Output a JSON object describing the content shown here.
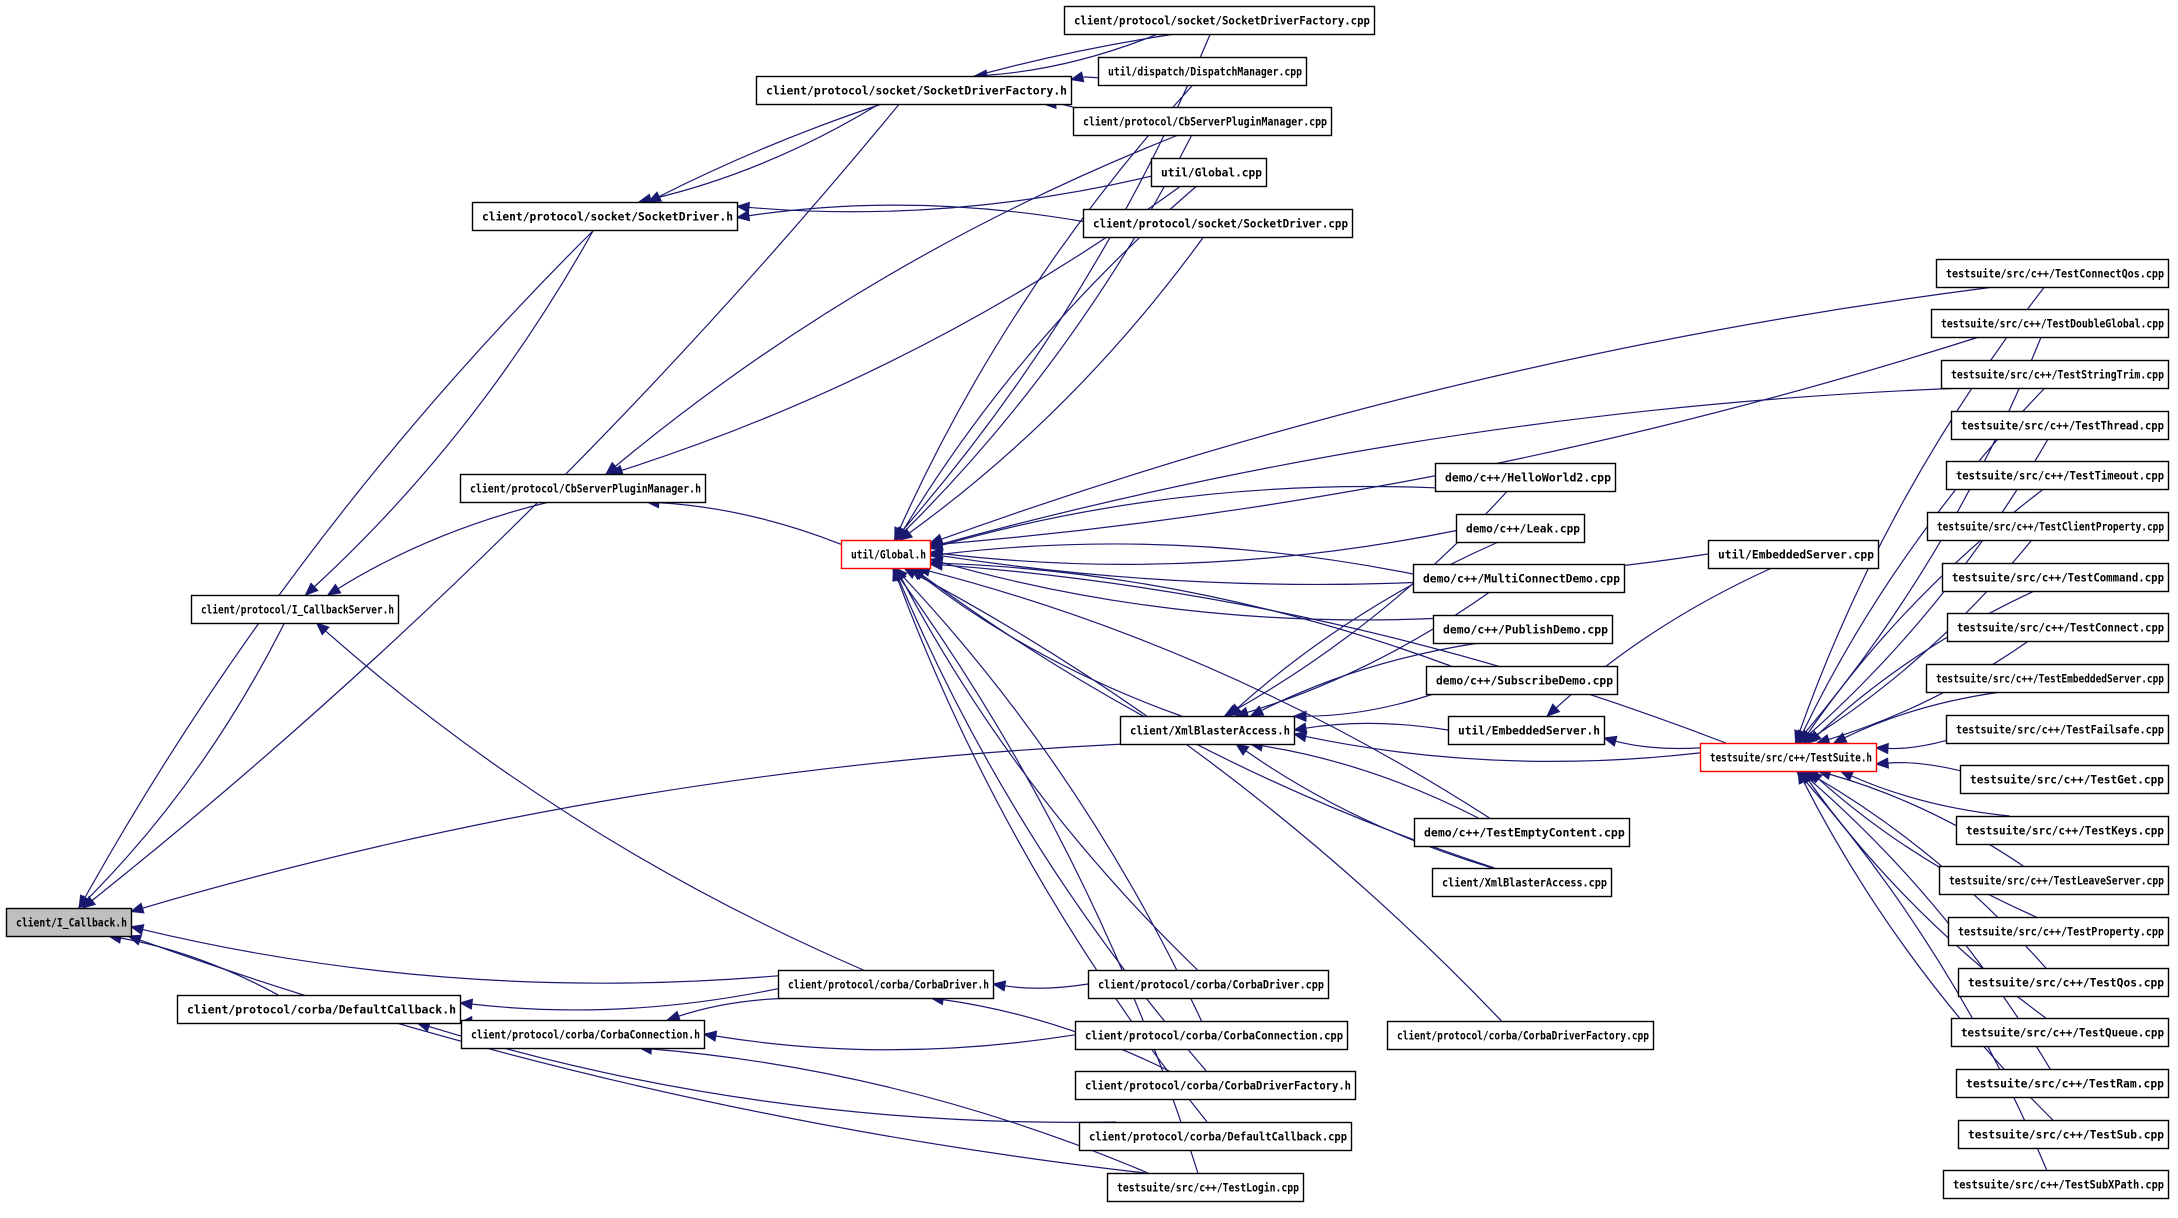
{
  "colors": {
    "edge": "#191970",
    "box_border": "#000000",
    "highlight_border": "#ff0000",
    "root_fill": "#bfbfbf",
    "node_fill": "#ffffff"
  },
  "nodes": [
    {
      "id": "icallback",
      "label": "client/I_Callback.h",
      "style": "root"
    },
    {
      "id": "socketdriverfactory_h",
      "label": "client/protocol/socket/SocketDriverFactory.h"
    },
    {
      "id": "socketdriver_h",
      "label": "client/protocol/socket/SocketDriver.h"
    },
    {
      "id": "cbserverpluginmanager_h",
      "label": "client/protocol/CbServerPluginManager.h"
    },
    {
      "id": "icallbackserver_h",
      "label": "client/protocol/I_CallbackServer.h"
    },
    {
      "id": "defaultcallback_h",
      "label": "client/protocol/corba/DefaultCallback.h"
    },
    {
      "id": "corbaconnection_h",
      "label": "client/protocol/corba/CorbaConnection.h"
    },
    {
      "id": "corbadriver_h",
      "label": "client/protocol/corba/CorbaDriver.h"
    },
    {
      "id": "global_h",
      "label": "util/Global.h",
      "style": "highlight"
    },
    {
      "id": "socketdriverfactory_cpp",
      "label": "client/protocol/socket/SocketDriverFactory.cpp"
    },
    {
      "id": "dispatchmanager_cpp",
      "label": "util/dispatch/DispatchManager.cpp"
    },
    {
      "id": "cbserverpluginmanager_cpp",
      "label": "client/protocol/CbServerPluginManager.cpp"
    },
    {
      "id": "global_cpp",
      "label": "util/Global.cpp"
    },
    {
      "id": "socketdriver_cpp",
      "label": "client/protocol/socket/SocketDriver.cpp"
    },
    {
      "id": "helloworld2_cpp",
      "label": "demo/c++/HelloWorld2.cpp"
    },
    {
      "id": "leak_cpp",
      "label": "demo/c++/Leak.cpp"
    },
    {
      "id": "multiconnectdemo_cpp",
      "label": "demo/c++/MultiConnectDemo.cpp"
    },
    {
      "id": "publishdemo_cpp",
      "label": "demo/c++/PublishDemo.cpp"
    },
    {
      "id": "subscribedemo_cpp",
      "label": "demo/c++/SubscribeDemo.cpp"
    },
    {
      "id": "xmlblasteraccess_h",
      "label": "client/XmlBlasterAccess.h"
    },
    {
      "id": "embeddedserver_h",
      "label": "util/EmbeddedServer.h"
    },
    {
      "id": "testemptycontent_cpp",
      "label": "demo/c++/TestEmptyContent.cpp"
    },
    {
      "id": "xmlblasteraccess_cpp",
      "label": "client/XmlBlasterAccess.cpp"
    },
    {
      "id": "embeddedserver_cpp",
      "label": "util/EmbeddedServer.cpp"
    },
    {
      "id": "testsuite_h",
      "label": "testsuite/src/c++/TestSuite.h",
      "style": "highlight"
    },
    {
      "id": "corbadriver_cpp",
      "label": "client/protocol/corba/CorbaDriver.cpp"
    },
    {
      "id": "corbaconnection_cpp",
      "label": "client/protocol/corba/CorbaConnection.cpp"
    },
    {
      "id": "corbadriverfactory_h",
      "label": "client/protocol/corba/CorbaDriverFactory.h"
    },
    {
      "id": "corbadriverfactory_cpp",
      "label": "client/protocol/corba/CorbaDriverFactory.cpp"
    },
    {
      "id": "defaultcallback_cpp",
      "label": "client/protocol/corba/DefaultCallback.cpp"
    },
    {
      "id": "testlogin_cpp",
      "label": "testsuite/src/c++/TestLogin.cpp"
    },
    {
      "id": "testconnectqos_cpp",
      "label": "testsuite/src/c++/TestConnectQos.cpp"
    },
    {
      "id": "testdoubleglobal_cpp",
      "label": "testsuite/src/c++/TestDoubleGlobal.cpp"
    },
    {
      "id": "teststringtrim_cpp",
      "label": "testsuite/src/c++/TestStringTrim.cpp"
    },
    {
      "id": "testthread_cpp",
      "label": "testsuite/src/c++/TestThread.cpp"
    },
    {
      "id": "testtimeout_cpp",
      "label": "testsuite/src/c++/TestTimeout.cpp"
    },
    {
      "id": "testclientproperty_cpp",
      "label": "testsuite/src/c++/TestClientProperty.cpp"
    },
    {
      "id": "testcommand_cpp",
      "label": "testsuite/src/c++/TestCommand.cpp"
    },
    {
      "id": "testconnect_cpp",
      "label": "testsuite/src/c++/TestConnect.cpp"
    },
    {
      "id": "testembeddedserver_cpp",
      "label": "testsuite/src/c++/TestEmbeddedServer.cpp"
    },
    {
      "id": "testfailsafe_cpp",
      "label": "testsuite/src/c++/TestFailsafe.cpp"
    },
    {
      "id": "testget_cpp",
      "label": "testsuite/src/c++/TestGet.cpp"
    },
    {
      "id": "testkeys_cpp",
      "label": "testsuite/src/c++/TestKeys.cpp"
    },
    {
      "id": "testleaveserver_cpp",
      "label": "testsuite/src/c++/TestLeaveServer.cpp"
    },
    {
      "id": "testproperty_cpp",
      "label": "testsuite/src/c++/TestProperty.cpp"
    },
    {
      "id": "testqos_cpp",
      "label": "testsuite/src/c++/TestQos.cpp"
    },
    {
      "id": "testqueue_cpp",
      "label": "testsuite/src/c++/TestQueue.cpp"
    },
    {
      "id": "testram_cpp",
      "label": "testsuite/src/c++/TestRam.cpp"
    },
    {
      "id": "testsub_cpp",
      "label": "testsuite/src/c++/TestSub.cpp"
    },
    {
      "id": "testsubxpath_cpp",
      "label": "testsuite/src/c++/TestSubXPath.cpp"
    }
  ],
  "edges": [
    {
      "from": "socketdriverfactory_h",
      "to": "icallback"
    },
    {
      "from": "socketdriver_h",
      "to": "icallback"
    },
    {
      "from": "icallbackserver_h",
      "to": "icallback"
    },
    {
      "from": "xmlblasteraccess_h",
      "to": "icallback"
    },
    {
      "from": "corbadriver_h",
      "to": "icallback"
    },
    {
      "from": "defaultcallback_h",
      "to": "icallback"
    },
    {
      "from": "testlogin_cpp",
      "to": "icallback"
    },
    {
      "from": "cbserverpluginmanager_cpp",
      "to": "socketdriverfactory_h"
    },
    {
      "from": "socketdriverfactory_cpp",
      "to": "socketdriverfactory_h"
    },
    {
      "from": "dispatchmanager_cpp",
      "to": "socketdriverfactory_h"
    },
    {
      "from": "socketdriverfactory_h",
      "to": "socketdriver_h"
    },
    {
      "from": "socketdriverfactory_cpp",
      "to": "socketdriver_h"
    },
    {
      "from": "global_cpp",
      "to": "socketdriver_h"
    },
    {
      "from": "socketdriver_cpp",
      "to": "socketdriver_h"
    },
    {
      "from": "socketdriver_h",
      "to": "icallbackserver_h"
    },
    {
      "from": "cbserverpluginmanager_h",
      "to": "icallbackserver_h"
    },
    {
      "from": "corbadriver_h",
      "to": "icallbackserver_h"
    },
    {
      "from": "cbserverpluginmanager_cpp",
      "to": "cbserverpluginmanager_h"
    },
    {
      "from": "global_cpp",
      "to": "cbserverpluginmanager_h"
    },
    {
      "from": "global_h",
      "to": "cbserverpluginmanager_h"
    },
    {
      "from": "corbadriver_h",
      "to": "defaultcallback_h"
    },
    {
      "from": "corbaconnection_h",
      "to": "defaultcallback_h"
    },
    {
      "from": "defaultcallback_cpp",
      "to": "defaultcallback_h"
    },
    {
      "from": "corbadriver_h",
      "to": "corbaconnection_h"
    },
    {
      "from": "corbaconnection_cpp",
      "to": "corbaconnection_h"
    },
    {
      "from": "testlogin_cpp",
      "to": "corbaconnection_h"
    },
    {
      "from": "corbadriver_cpp",
      "to": "corbadriver_h"
    },
    {
      "from": "corbadriverfactory_h",
      "to": "corbadriver_h"
    },
    {
      "from": "socketdriverfactory_cpp",
      "to": "global_h"
    },
    {
      "from": "dispatchmanager_cpp",
      "to": "global_h"
    },
    {
      "from": "cbserverpluginmanager_cpp",
      "to": "global_h"
    },
    {
      "from": "global_cpp",
      "to": "global_h"
    },
    {
      "from": "socketdriver_cpp",
      "to": "global_h"
    },
    {
      "from": "testconnectqos_cpp",
      "to": "global_h"
    },
    {
      "from": "testdoubleglobal_cpp",
      "to": "global_h"
    },
    {
      "from": "teststringtrim_cpp",
      "to": "global_h"
    },
    {
      "from": "embeddedserver_cpp",
      "to": "global_h"
    },
    {
      "from": "helloworld2_cpp",
      "to": "global_h"
    },
    {
      "from": "leak_cpp",
      "to": "global_h"
    },
    {
      "from": "multiconnectdemo_cpp",
      "to": "global_h"
    },
    {
      "from": "publishdemo_cpp",
      "to": "global_h"
    },
    {
      "from": "subscribedemo_cpp",
      "to": "global_h"
    },
    {
      "from": "xmlblasteraccess_h",
      "to": "global_h"
    },
    {
      "from": "testemptycontent_cpp",
      "to": "global_h"
    },
    {
      "from": "xmlblasteraccess_cpp",
      "to": "global_h"
    },
    {
      "from": "testsuite_h",
      "to": "global_h"
    },
    {
      "from": "corbadriver_cpp",
      "to": "global_h"
    },
    {
      "from": "corbaconnection_cpp",
      "to": "global_h"
    },
    {
      "from": "corbadriverfactory_h",
      "to": "global_h"
    },
    {
      "from": "corbadriverfactory_cpp",
      "to": "global_h"
    },
    {
      "from": "defaultcallback_cpp",
      "to": "global_h"
    },
    {
      "from": "testlogin_cpp",
      "to": "global_h"
    },
    {
      "from": "helloworld2_cpp",
      "to": "xmlblasteraccess_h"
    },
    {
      "from": "leak_cpp",
      "to": "xmlblasteraccess_h"
    },
    {
      "from": "multiconnectdemo_cpp",
      "to": "xmlblasteraccess_h"
    },
    {
      "from": "publishdemo_cpp",
      "to": "xmlblasteraccess_h"
    },
    {
      "from": "subscribedemo_cpp",
      "to": "xmlblasteraccess_h"
    },
    {
      "from": "embeddedserver_h",
      "to": "xmlblasteraccess_h"
    },
    {
      "from": "testsuite_h",
      "to": "xmlblasteraccess_h"
    },
    {
      "from": "testemptycontent_cpp",
      "to": "xmlblasteraccess_h"
    },
    {
      "from": "xmlblasteraccess_cpp",
      "to": "xmlblasteraccess_h"
    },
    {
      "from": "embeddedserver_cpp",
      "to": "embeddedserver_h"
    },
    {
      "from": "testsuite_h",
      "to": "embeddedserver_h"
    },
    {
      "from": "testconnectqos_cpp",
      "to": "testsuite_h"
    },
    {
      "from": "testdoubleglobal_cpp",
      "to": "testsuite_h"
    },
    {
      "from": "teststringtrim_cpp",
      "to": "testsuite_h"
    },
    {
      "from": "testthread_cpp",
      "to": "testsuite_h"
    },
    {
      "from": "testtimeout_cpp",
      "to": "testsuite_h"
    },
    {
      "from": "testclientproperty_cpp",
      "to": "testsuite_h"
    },
    {
      "from": "testcommand_cpp",
      "to": "testsuite_h"
    },
    {
      "from": "testconnect_cpp",
      "to": "testsuite_h"
    },
    {
      "from": "testembeddedserver_cpp",
      "to": "testsuite_h"
    },
    {
      "from": "testfailsafe_cpp",
      "to": "testsuite_h"
    },
    {
      "from": "testget_cpp",
      "to": "testsuite_h"
    },
    {
      "from": "testkeys_cpp",
      "to": "testsuite_h"
    },
    {
      "from": "testleaveserver_cpp",
      "to": "testsuite_h"
    },
    {
      "from": "testproperty_cpp",
      "to": "testsuite_h"
    },
    {
      "from": "testqos_cpp",
      "to": "testsuite_h"
    },
    {
      "from": "testqueue_cpp",
      "to": "testsuite_h"
    },
    {
      "from": "testram_cpp",
      "to": "testsuite_h"
    },
    {
      "from": "testsub_cpp",
      "to": "testsuite_h"
    },
    {
      "from": "testsubxpath_cpp",
      "to": "testsuite_h"
    }
  ]
}
